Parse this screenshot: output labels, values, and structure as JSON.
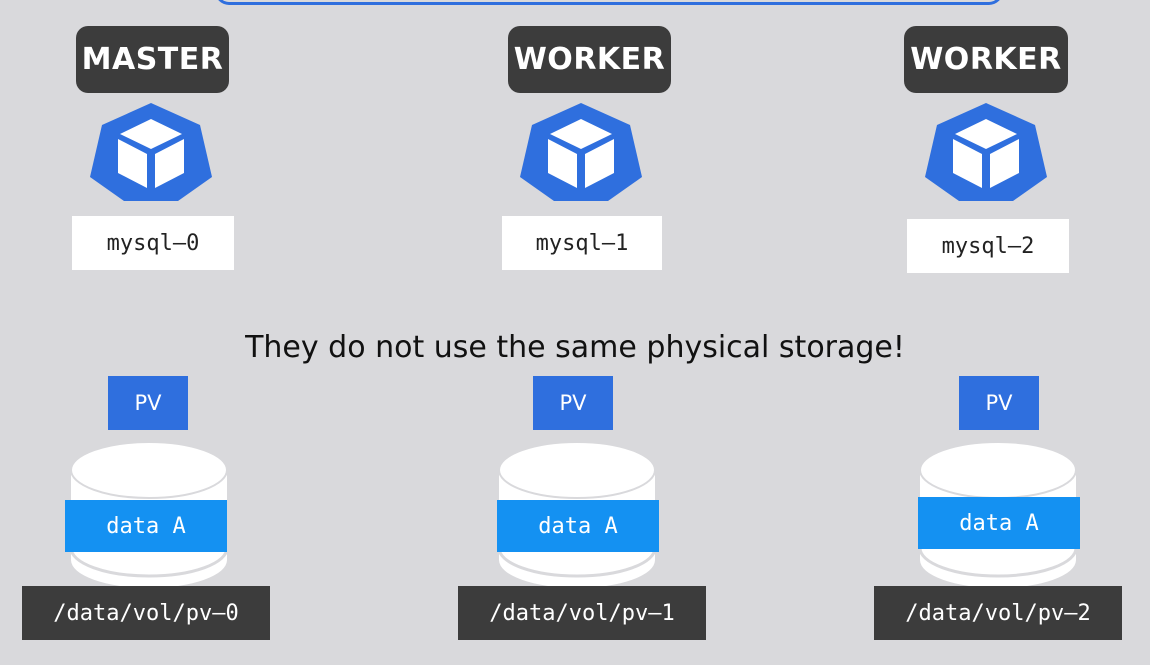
{
  "colors": {
    "background": "#d9d9dc",
    "badge": "#3c3c3c",
    "accent_blue": "#2f6fde",
    "data_blue": "#1491f2",
    "label_bg": "#ffffff"
  },
  "nodes": [
    {
      "role": "MASTER",
      "pod": "mysql–0",
      "icon": "kubernetes-pod-icon"
    },
    {
      "role": "WORKER",
      "pod": "mysql–1",
      "icon": "kubernetes-pod-icon"
    },
    {
      "role": "WORKER",
      "pod": "mysql–2",
      "icon": "kubernetes-pod-icon"
    }
  ],
  "note": "They do not use the same physical storage!",
  "volumes": [
    {
      "pv": "PV",
      "data": "data A",
      "path": "/data/vol/pv–0",
      "icon": "disk-cylinder-icon"
    },
    {
      "pv": "PV",
      "data": "data A",
      "path": "/data/vol/pv–1",
      "icon": "disk-cylinder-icon"
    },
    {
      "pv": "PV",
      "data": "data A",
      "path": "/data/vol/pv–2",
      "icon": "disk-cylinder-icon"
    }
  ]
}
